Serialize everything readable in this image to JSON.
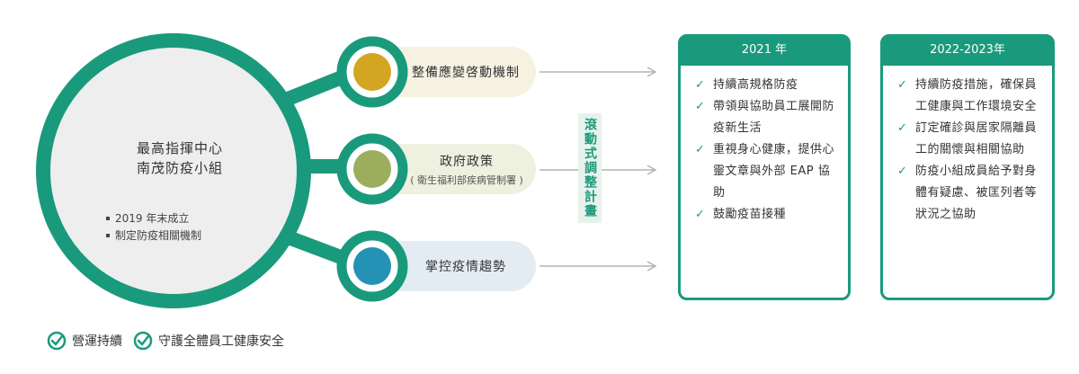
{
  "hub": {
    "title_line1": "最高指揮中心",
    "title_line2": "南茂防疫小組",
    "notes": [
      "2019 年末成立",
      "制定防疫相關機制"
    ]
  },
  "branches": [
    {
      "label": "整備應變啓動機制",
      "sublabel": "",
      "dot_color": "#d3a521",
      "pill_color": "#f6f2e2"
    },
    {
      "label": "政府政策",
      "sublabel": "( 衛生福利部疾病管制署 )",
      "dot_color": "#9cae5c",
      "pill_color": "#eef1df"
    },
    {
      "label": "掌控疫情趨勢",
      "sublabel": "",
      "dot_color": "#2492b4",
      "pill_color": "#e2ecf2"
    }
  ],
  "rolling_label": "滾動式調整計畫",
  "panels": [
    {
      "header": "2021 年",
      "items": [
        "持續高規格防疫",
        "帶領與協助員工展開防疫新生活",
        "重視身心健康，提供心靈文章與外部 EAP 協助",
        "鼓勵疫苗接種"
      ]
    },
    {
      "header": "2022-2023年",
      "items": [
        "持續防疫措施，確保員工健康與工作環境安全",
        "訂定確診與居家隔離員工的關懷與相關協助",
        "防疫小組成員給予對身體有疑慮、被匡列者等狀況之協助"
      ]
    }
  ],
  "footer": [
    "營運持續",
    "守護全體員工健康安全"
  ],
  "colors": {
    "primary": "#1a9a7c",
    "hub_fill": "#eeeeee",
    "arrow": "#b3b3b3"
  },
  "icons": {
    "check": "check-icon",
    "check_circle": "check-circle-icon",
    "arrow": "arrow-right-icon"
  }
}
